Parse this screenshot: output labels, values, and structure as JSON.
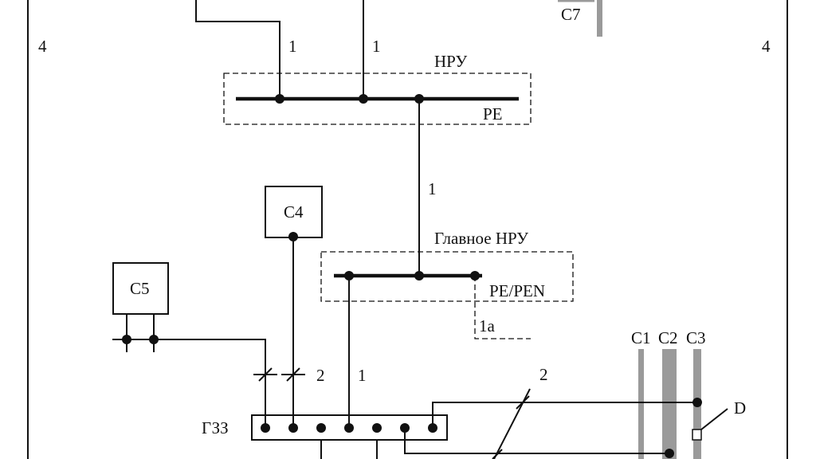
{
  "labels": {
    "region_left": "4",
    "region_right": "4",
    "wire_1_a": "1",
    "wire_1_b": "1",
    "wire_1_c": "1",
    "wire_1_d": "1",
    "wire_1a": "1a",
    "wire_2_a": "2",
    "wire_2_b": "2",
    "nru": "НРУ",
    "pe": "PE",
    "main_nru": "Главное НРУ",
    "pe_pen": "PE/PEN",
    "gzz": "ГЗЗ",
    "c1": "C1",
    "c2": "C2",
    "c3": "C3",
    "c4": "C4",
    "c5": "C5",
    "c7": "C7",
    "d": "D"
  },
  "colors": {
    "line": "#111111",
    "structure": "#9a9a9a",
    "background": "#ffffff"
  }
}
